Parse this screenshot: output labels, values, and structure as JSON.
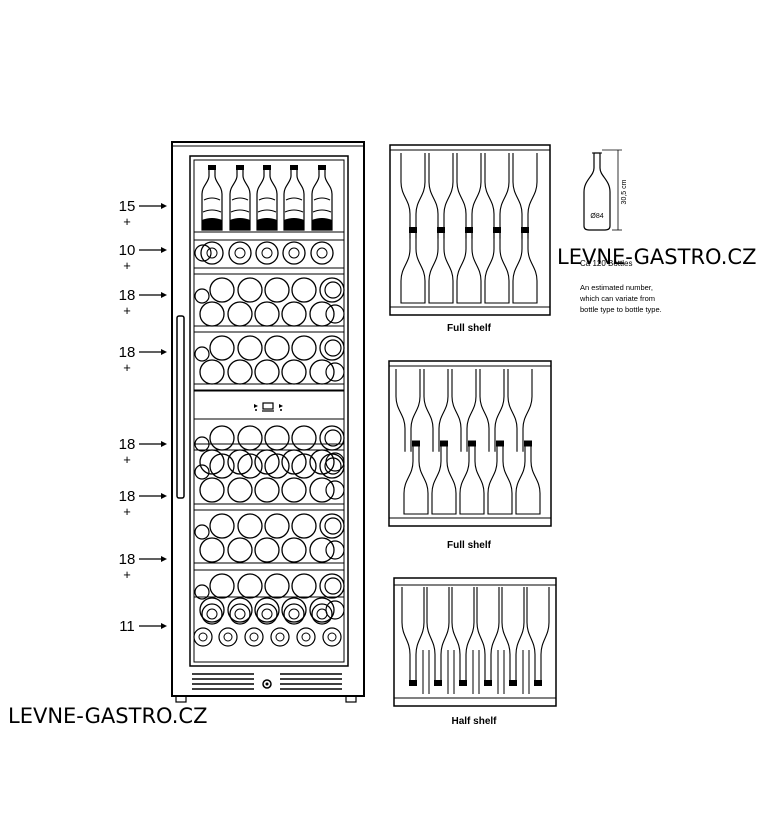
{
  "watermark": {
    "text": "LEVNE-GASTRO.CZ"
  },
  "shelves": [
    {
      "count": "15",
      "has_plus": true
    },
    {
      "count": "10",
      "has_plus": true
    },
    {
      "count": "18",
      "has_plus": true
    },
    {
      "count": "18",
      "has_plus": true
    },
    {
      "count": "18",
      "has_plus": true
    },
    {
      "count": "18",
      "has_plus": true
    },
    {
      "count": "18",
      "has_plus": true
    },
    {
      "count": "11",
      "has_plus": false
    }
  ],
  "plus_sign": "+",
  "panels": [
    {
      "caption": "Full shelf"
    },
    {
      "caption": "Full shelf"
    },
    {
      "caption": "Half shelf"
    }
  ],
  "bottle_info": {
    "height_label": "30,5 cm",
    "diameter_label": "Ø84",
    "capacity": "Ca 120 Bottles",
    "note_lines": [
      "An estimated number,",
      "which can variate from",
      "bottle type to bottle type."
    ]
  },
  "control_icons": [
    "snowflake-icon",
    "display-icon",
    "light-icon"
  ]
}
